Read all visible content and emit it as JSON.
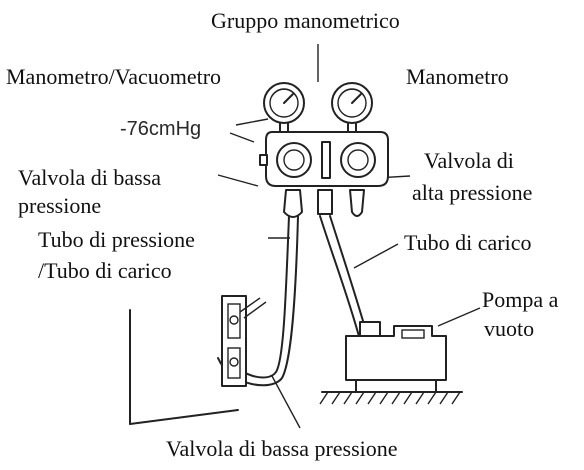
{
  "labels": {
    "gauge_set": "Gruppo manometrico",
    "compound_gauge": "Manometro/Vacuometro",
    "pressure_gauge": "Manometro",
    "vacuum_reading": "-76cmHg",
    "low_valve_line1": "Valvola di bassa",
    "low_valve_line2": "pressione",
    "high_valve_line1": "Valvola di",
    "high_valve_line2": "alta pressione",
    "pressure_hose_line1": "Tubo di pressione",
    "pressure_hose_line2": "/Tubo di carico",
    "charge_hose": "Tubo di carico",
    "vacuum_pump_line1": "Pompa a",
    "vacuum_pump_line2": "vuoto",
    "service_valve": "Valvola di bassa pressione"
  }
}
